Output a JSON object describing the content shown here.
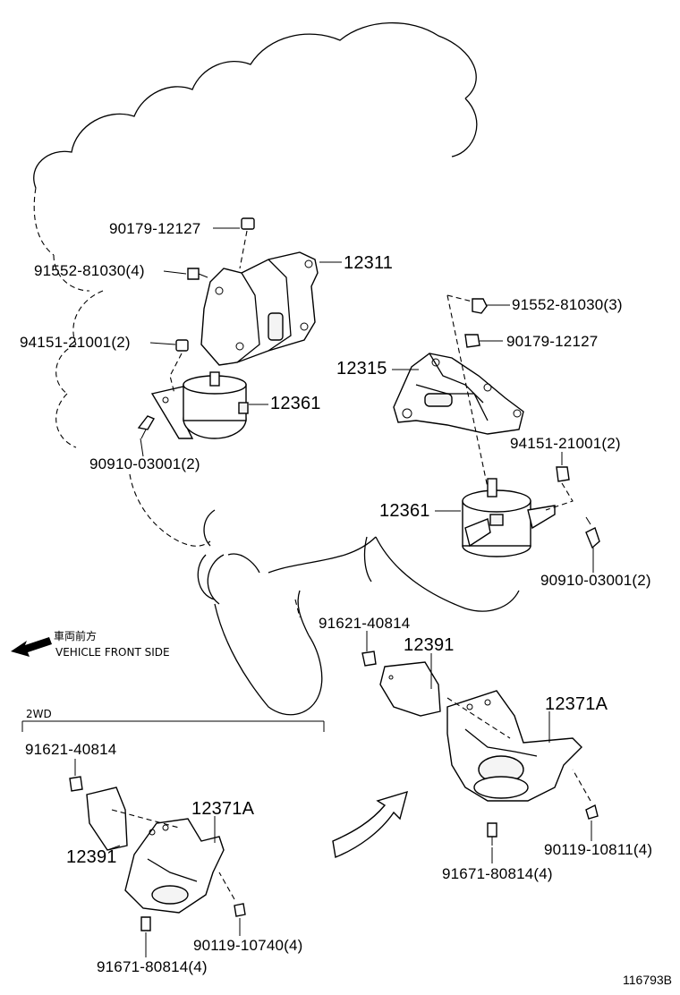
{
  "labels": {
    "p_90179_12127_left": "90179-12127",
    "p_91552_81030_4": "91552-81030(4)",
    "p_12311": "12311",
    "p_94151_21001_2_left": "94151-21001(2)",
    "p_12361_left": "12361",
    "p_90910_03001_2_left": "90910-03001(2)",
    "p_91552_81030_3": "91552-81030(3)",
    "p_90179_12127_right": "90179-12127",
    "p_12315": "12315",
    "p_94151_21001_2_right": "94151-21001(2)",
    "p_12361_right": "12361",
    "p_90910_03001_2_right": "90910-03001(2)",
    "p_91621_40814_right": "91621-40814",
    "p_12391_right": "12391",
    "p_12371A_right": "12371A",
    "p_90119_10811_4": "90119-10811(4)",
    "p_91671_80814_4_right": "91671-80814(4)",
    "p_91621_40814_left": "91621-40814",
    "p_12371A_left": "12371A",
    "p_12391_left": "12391",
    "p_90119_10740_4": "90119-10740(4)",
    "p_91671_80814_4_left": "91671-80814(4)"
  },
  "direction": {
    "japanese": "車両前方",
    "english": "VEHICLE FRONT SIDE"
  },
  "section_title": "2WD",
  "figure_code": "116793B",
  "colors": {
    "line": "#000000",
    "background": "#ffffff"
  },
  "icons": [
    "front-arrow-icon",
    "curved-arrow-icon"
  ]
}
